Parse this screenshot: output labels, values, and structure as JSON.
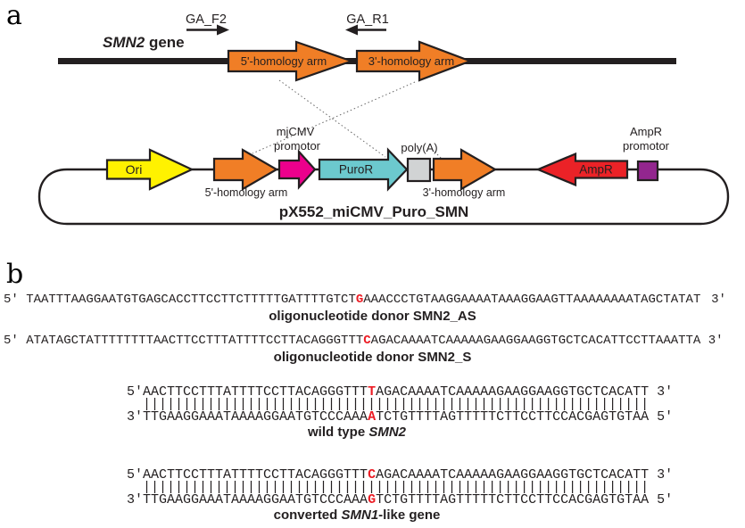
{
  "colors": {
    "ink": "#231F20",
    "mutred": "#EC1C24",
    "orange": "#F07E26",
    "yellow": "#FFF200",
    "magenta": "#EC008C",
    "cyan": "#6CC9CE",
    "graybox": "#D1D3D4",
    "red": "#EB2227",
    "purple": "#93268E",
    "dotted": "#666666"
  },
  "panel_a": {
    "index_label": "a",
    "gene_name_italic": "SMN2",
    "gene_name_rest": " gene",
    "primer_forward": "GA_F2",
    "primer_reverse": "GA_R1",
    "gene_arm_5": "5'-homology arm",
    "gene_arm_3": "3'-homology arm",
    "plasmid": {
      "ori": "Ori",
      "arm5": "5'-homology arm",
      "mjcmv_line1": "mjCMV",
      "mjcmv_line2": "promotor",
      "puror": "PuroR",
      "polya": "poly(A)",
      "arm3": "3'-homology arm",
      "ampr": "AmpR",
      "ampr_promotor_line1": "AmpR",
      "ampr_promotor_line2": "promotor",
      "name": "pX552_miCMV_Puro_SMN"
    }
  },
  "panel_b": {
    "index_label": "b",
    "donor_as": {
      "left": "5'",
      "pre": "TAATTTAAGGAATGTGAGCACCTTCCTTCTTTTTGATTTTGTCT",
      "mut": "G",
      "post": "AAACCCTGTAAGGAAAATAAAGGAAGTTAAAAAAAATAGCTATAT",
      "right": "3'",
      "label": "oligonucleotide donor SMN2_AS"
    },
    "donor_s": {
      "left": "5'",
      "pre": "ATATAGCTATTTTTTTTAACTTCCTTTATTTTCCTTACAGGGTTT",
      "mut": "C",
      "post": "AGACAAAATCAAAAAGAAGGAAGGTGCTCACATTCCTTAAATTA",
      "right": "3'",
      "label": "oligonucleotide donor SMN2_S"
    },
    "wild_type": {
      "top": {
        "left": "5'",
        "pre": "AACTTCCTTTATTTTCCTTACAGGGTTT",
        "mut": "T",
        "post": "AGACAAAATCAAAAAGAAGGAAGGTGCTCACATT",
        "right": "3'"
      },
      "bottom": {
        "left": "3'",
        "pre": "TTGAAGGAAATAAAAGGAATGTCCCAAA",
        "mut": "A",
        "post": "TCTGTTTTAGTTTTTCTTCCTTCCACGAGTGTAA",
        "right": "5'"
      },
      "label_prefix": "wild type ",
      "label_italic": "SMN2",
      "label_suffix": ""
    },
    "converted": {
      "top": {
        "left": "5'",
        "pre": "AACTTCCTTTATTTTCCTTACAGGGTTT",
        "mut": "C",
        "post": "AGACAAAATCAAAAAGAAGGAAGGTGCTCACATT",
        "right": "3'"
      },
      "bottom": {
        "left": "3'",
        "pre": "TTGAAGGAAATAAAAGGAATGTCCCAAA",
        "mut": "G",
        "post": "TCTGTTTTAGTTTTTCTTCCTTCCACGAGTGTAA",
        "right": "5'"
      },
      "label_prefix": "converted ",
      "label_italic": "SMN1",
      "label_suffix": "-like gene"
    }
  }
}
